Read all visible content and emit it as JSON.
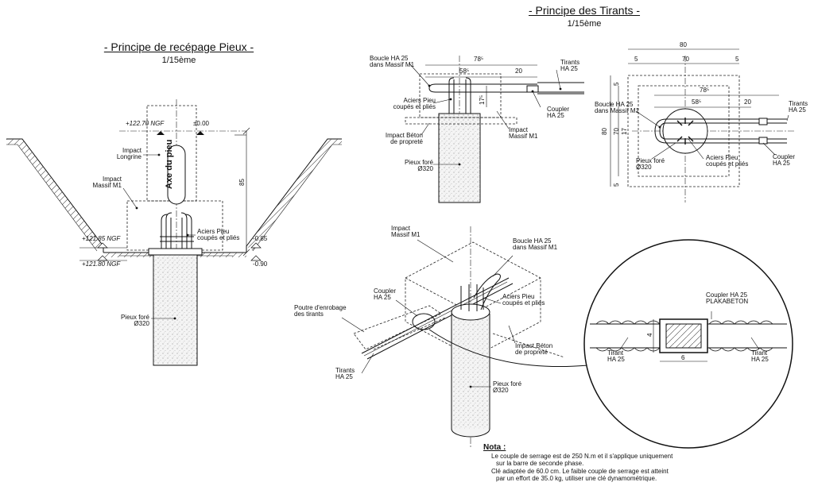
{
  "left": {
    "title": "- Principe de recépage Pieux -",
    "scale": "1/15ème",
    "level_top": "+122.70 NGF",
    "level_zero": "±0.00",
    "level_mid": "+121.85 NGF",
    "level_mid_rel": "-0.85",
    "level_bot": "+121.80 NGF",
    "level_bot_rel": "-0.90",
    "impact_longrine": "Impact\nLongrine",
    "impact_massif": "Impact\nMassif M1",
    "axe": "Axe du pieu",
    "dim_85": "85",
    "aciers": "Aciers Pieu\ncoupés et pliés",
    "pieux": "Pieux foré\nØ320"
  },
  "right": {
    "title": "- Principe des Tirants -",
    "scale": "1/15ème",
    "elev": {
      "boucle": "Boucle HA 25\ndans Massif M1",
      "dim_785": "78⁵",
      "dim_585": "58⁵",
      "dim_20": "20",
      "dim_175": "17⁵",
      "tirants": "Tirants\nHA 25",
      "aciers": "Aciers Pieu\ncoupés et pliés",
      "coupler": "Coupler\nHA 25",
      "impact_beton": "Impact Béton\nde propreté",
      "impact_massif": "Impact\nMassif M1",
      "pieux": "Pieux foré\nØ320"
    },
    "plan": {
      "dim_80": "80",
      "dim_5a": "5",
      "dim_70": "70",
      "dim_5b": "5",
      "dim_785": "78⁵",
      "dim_585": "58⁵",
      "dim_20": "20",
      "dim_v5a": "5",
      "dim_v80": "80",
      "dim_v70": "70",
      "dim_v5b": "5",
      "dim_v17": "17",
      "boucle": "Boucle HA 25\ndans Massif M1",
      "tirants": "Tirants\nHA 25",
      "pieux": "Pieux foré\nØ320",
      "aciers": "Aciers Pieu\ncoupés et pliés",
      "coupler": "Coupler\nHA 25"
    },
    "iso": {
      "impact_massif": "Impact\nMassif M1",
      "boucle": "Boucle HA 25\ndans Massif M1",
      "coupler": "Coupler\nHA 25",
      "poutre": "Poutre d'enrobage\ndes tirants",
      "aciers": "Aciers Pieu\ncoupés et pliés",
      "impact_beton": "Impact Béton\nde propreté",
      "tirants": "Tirants\nHA 25",
      "pieux": "Pieux foré\nØ320"
    },
    "detail": {
      "coupler": "Coupler HA 25\nPLAKABETON",
      "tirant_l": "Tirant\nHA 25",
      "tirant_r": "Tirant\nHA 25",
      "dim_6": "6",
      "dim_4": "4"
    }
  },
  "nota": {
    "title": "Nota :",
    "line1": "Le couple de serrage est de 250 N.m et il s'applique uniquement",
    "line2": "sur la barre de seconde phase.",
    "line3": "Clé adaptée de 60.0 cm. Le faible couple de serrage est atteint",
    "line4": "par un effort de 35.0 kg, utiliser une clé dynamométrique."
  }
}
